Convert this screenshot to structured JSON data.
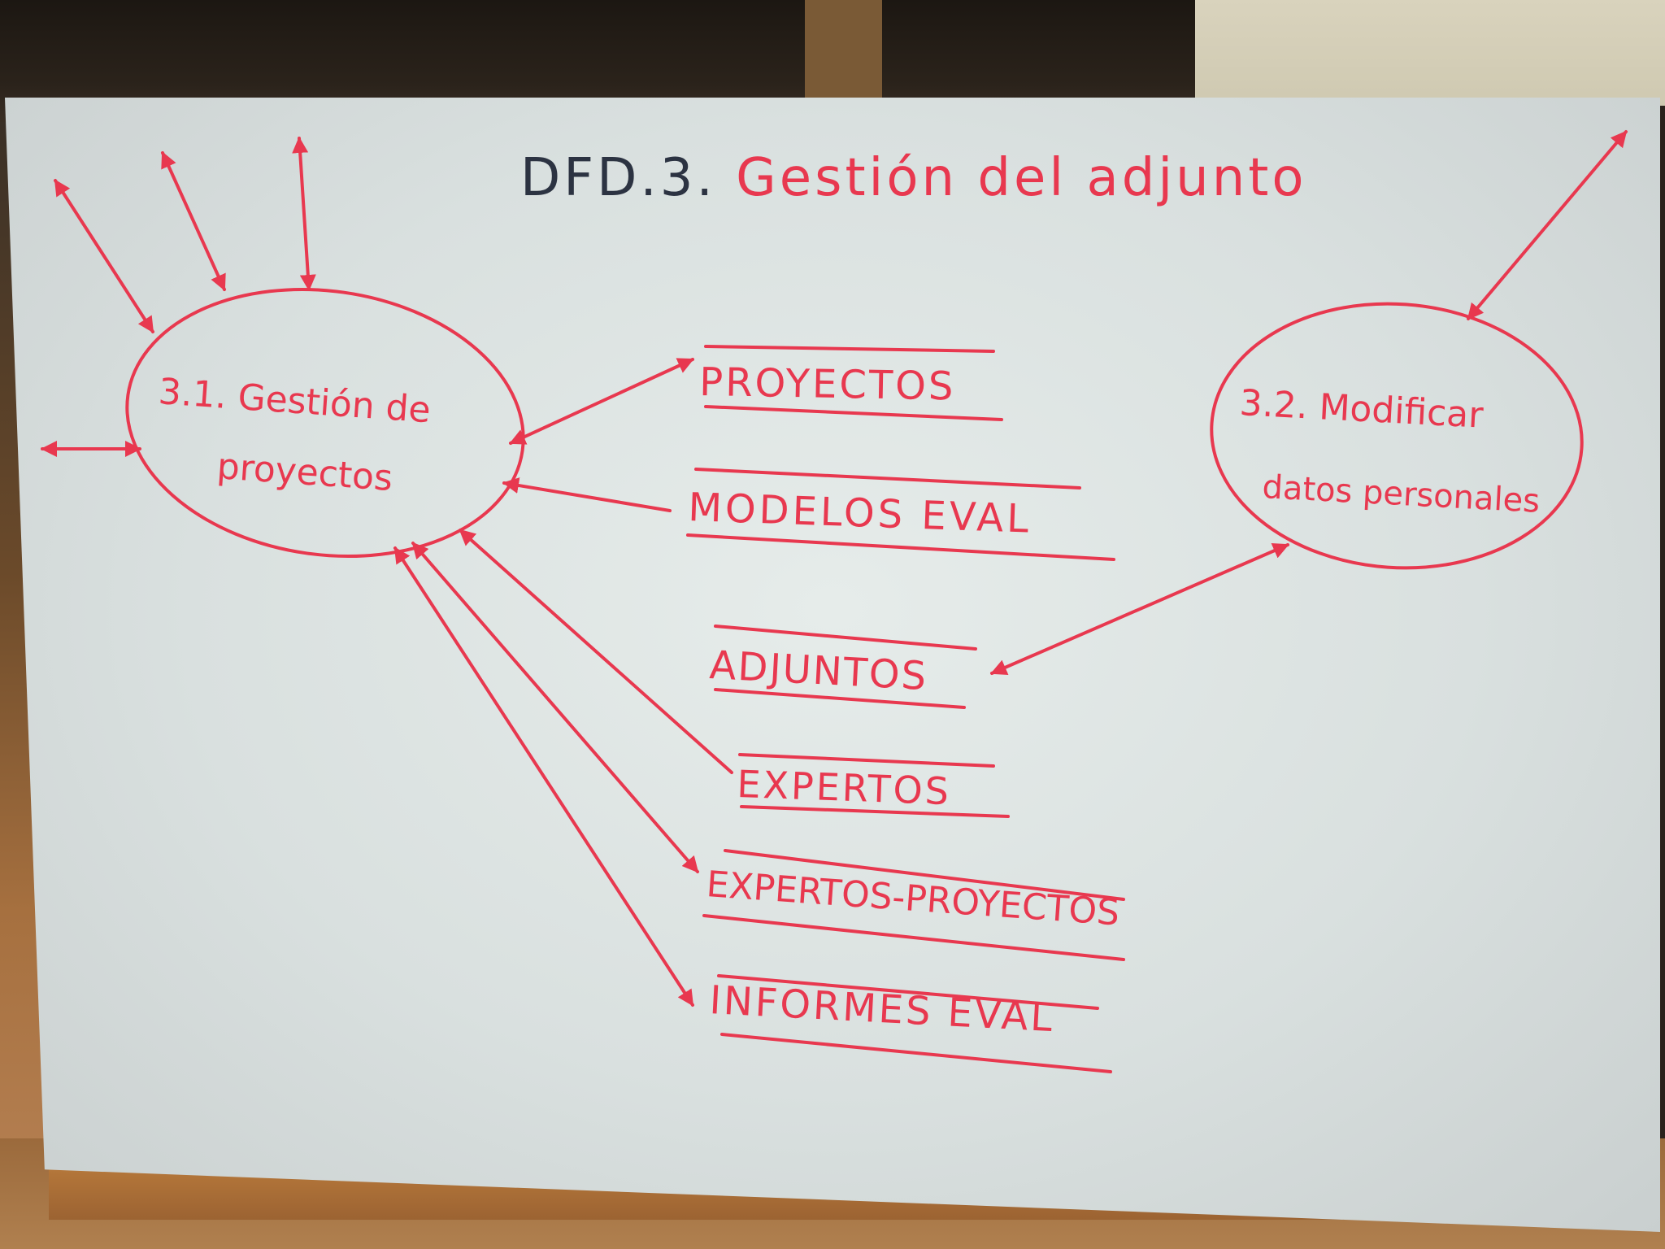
{
  "title": "DFD.3. Gestión del adjunto",
  "processes": [
    {
      "id": "3.1",
      "line1": "3.1. Gestión de",
      "line2": "proyectos"
    },
    {
      "id": "3.2",
      "line1": "3.2. Modificar",
      "line2": "datos personales"
    }
  ],
  "stores": [
    {
      "label": "PROYECTOS"
    },
    {
      "label": "MODELOS EVAL"
    },
    {
      "label": "ADJUNTOS"
    },
    {
      "label": "EXPERTOS"
    },
    {
      "label": "EXPERTOS-PROYECTOS"
    },
    {
      "label": "INFORMES EVAL"
    }
  ],
  "colors": {
    "ink": "#e8384f",
    "title_ink": "#2c3342",
    "board": "#dfe5e4"
  }
}
